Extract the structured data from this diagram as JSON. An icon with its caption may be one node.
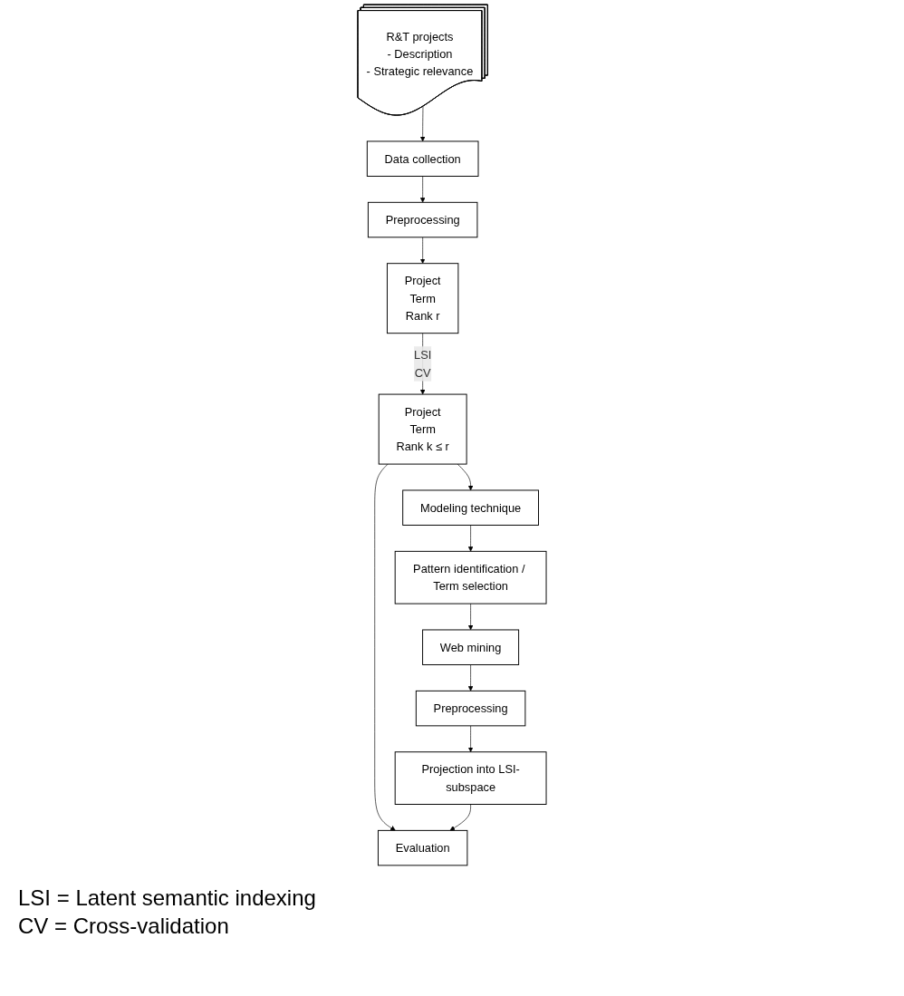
{
  "diagram": {
    "nodes": [
      {
        "text": [
          "R&T projects",
          "- Description",
          "- Strategic relevance"
        ]
      },
      {
        "text": [
          "Data collection"
        ]
      },
      {
        "text": [
          "Preprocessing"
        ]
      },
      {
        "text": [
          "Project",
          "Term",
          "Rank r"
        ]
      },
      {
        "text": [
          "Project",
          "Term",
          "Rank k ≤ r"
        ]
      },
      {
        "text": [
          "Modeling technique"
        ]
      },
      {
        "text": [
          "Pattern identification / Term selection"
        ]
      },
      {
        "text": [
          "Web mining"
        ]
      },
      {
        "text": [
          "Preprocessing"
        ]
      },
      {
        "text": [
          "Projection into LSI-subspace"
        ]
      },
      {
        "text": [
          "Evaluation"
        ]
      }
    ],
    "edges": [
      {
        "from": 0,
        "to": 1,
        "arrow": "to"
      },
      {
        "from": 1,
        "to": 2,
        "arrow": "to"
      },
      {
        "from": 2,
        "to": 3,
        "arrow": "to"
      },
      {
        "from": 3,
        "to": 4,
        "arrow": "to",
        "label": "LSI CV"
      },
      {
        "from": 4,
        "to": 5,
        "arrow": "to"
      },
      {
        "from": 5,
        "to": 6,
        "arrow": "to"
      },
      {
        "from": 6,
        "to": 7,
        "arrow": "to"
      },
      {
        "from": 7,
        "to": 8,
        "arrow": "to"
      },
      {
        "from": 8,
        "to": 9,
        "arrow": "to"
      },
      {
        "from": 4,
        "to": 10,
        "arrow": "to"
      },
      {
        "from": 9,
        "to": 10,
        "arrow": "to"
      }
    ],
    "labels": [
      "LSI = Latent semantic indexing",
      "CV = Cross-validation"
    ]
  }
}
